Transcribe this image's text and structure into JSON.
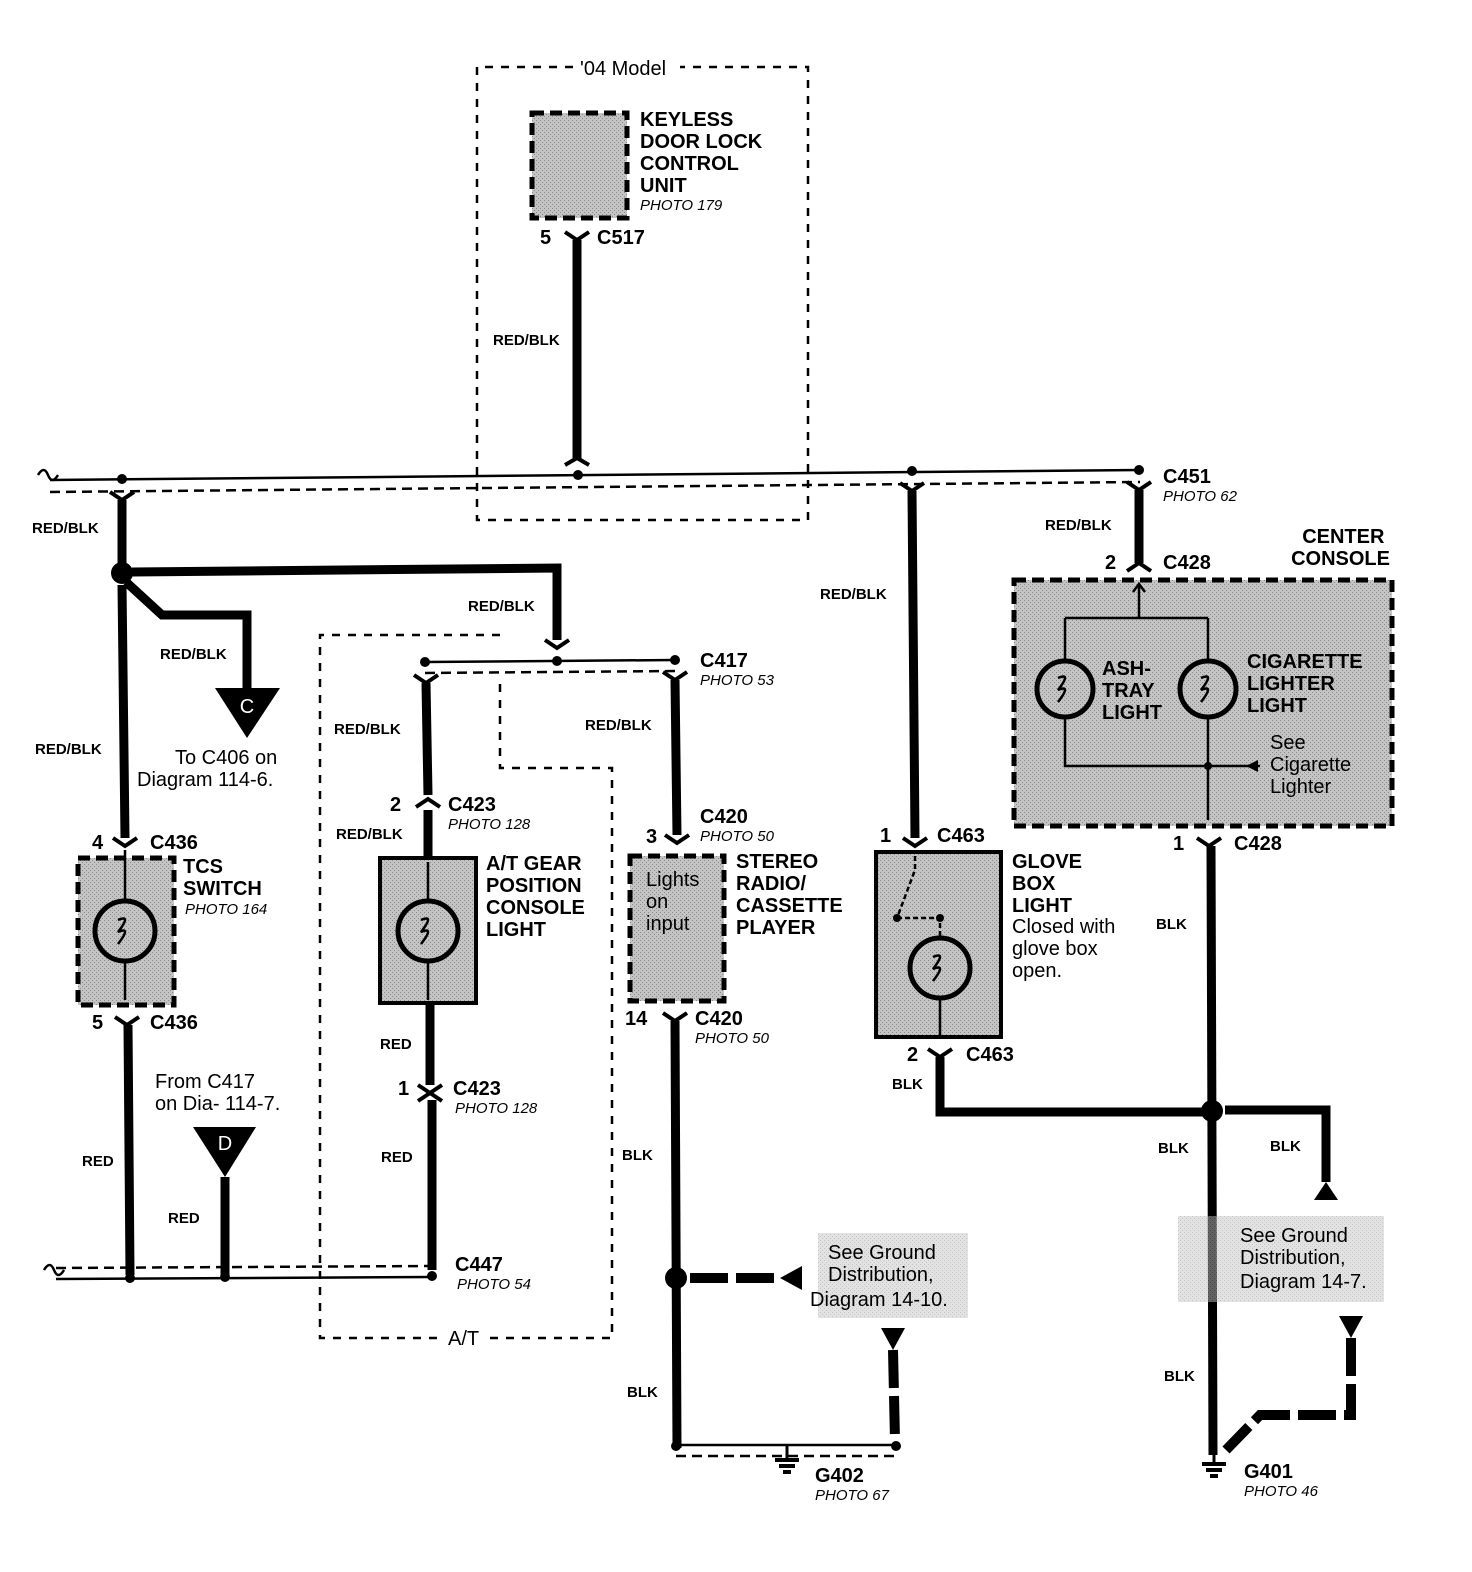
{
  "model_box": {
    "title": "'04 Model"
  },
  "keyless": {
    "name_lines": [
      "KEYLESS",
      "DOOR LOCK",
      "CONTROL",
      "UNIT"
    ],
    "photo": "PHOTO 179",
    "pin": "5",
    "connector": "C517",
    "wire_color": "RED/BLK"
  },
  "bus": {
    "connector": "C451",
    "photo": "PHOTO 62"
  },
  "left_branch": {
    "wire_top": "RED/BLK",
    "wire_diag": "RED/BLK",
    "wire_left": "RED/BLK",
    "wire_right": "RED/BLK",
    "offpage_c": {
      "letter": "C",
      "line1": "To C406 on",
      "line2": "Diagram 114-6."
    }
  },
  "tcs": {
    "pin_top": "4",
    "conn_top": "C436",
    "name_lines": [
      "TCS",
      "SWITCH"
    ],
    "photo": "PHOTO 164",
    "pin_bot": "5",
    "conn_bot": "C436",
    "wire_bot": "RED"
  },
  "offpage_d": {
    "letter": "D",
    "line1": "From C417",
    "line2": "on Dia- 114-7.",
    "wire": "RED"
  },
  "at_box": {
    "label": "A/T"
  },
  "c417": {
    "connector": "C417",
    "photo": "PHOTO 53"
  },
  "at_gear": {
    "wire_top": "RED/BLK",
    "pin_top": "2",
    "conn_top": "C423",
    "photo_top": "PHOTO 128",
    "wire_mid": "RED/BLK",
    "name_lines": [
      "A/T GEAR",
      "POSITION",
      "CONSOLE",
      "LIGHT"
    ],
    "wire_red1": "RED",
    "pin_bot": "1",
    "conn_bot": "C423",
    "photo_bot": "PHOTO 128",
    "wire_red2": "RED",
    "c447": "C447",
    "c447_photo": "PHOTO 54"
  },
  "stereo": {
    "wire_top": "RED/BLK",
    "pin_top": "3",
    "conn_top": "C420",
    "photo_top": "PHOTO 50",
    "inner_lines": [
      "Lights",
      "on",
      "input"
    ],
    "name_lines": [
      "STEREO",
      "RADIO/",
      "CASSETTE",
      "PLAYER"
    ],
    "pin_bot": "14",
    "conn_bot": "C420",
    "photo_bot": "PHOTO 50",
    "wire1": "BLK",
    "wire2": "BLK",
    "ground_ref_lines": [
      "See Ground",
      "Distribution,",
      "Diagram 14-10."
    ],
    "ground": "G402",
    "ground_photo": "PHOTO 67"
  },
  "glovebox": {
    "wire_top": "RED/BLK",
    "pin_top": "1",
    "conn_top": "C463",
    "name_lines": [
      "GLOVE",
      "BOX",
      "LIGHT"
    ],
    "note_lines": [
      "Closed with",
      "glove box",
      "open."
    ],
    "pin_bot": "2",
    "conn_bot": "C463",
    "wire_bot": "BLK"
  },
  "center_console": {
    "title_lines": [
      "CENTER",
      "CONSOLE"
    ],
    "wire_top": "RED/BLK",
    "pin_top": "2",
    "conn_top": "C428",
    "ash_lines": [
      "ASH-",
      "TRAY",
      "LIGHT"
    ],
    "cig_lines": [
      "CIGARETTE",
      "LIGHTER",
      "LIGHT"
    ],
    "see_lines": [
      "See",
      "Cigarette",
      "Lighter"
    ],
    "pin_bot": "1",
    "conn_bot": "C428",
    "wire1": "BLK",
    "wire2": "BLK",
    "wire3": "BLK",
    "wire4": "BLK",
    "ground_ref_lines": [
      "See Ground",
      "Distribution,",
      "Diagram 14-7."
    ],
    "ground": "G401",
    "ground_photo": "PHOTO 46"
  }
}
